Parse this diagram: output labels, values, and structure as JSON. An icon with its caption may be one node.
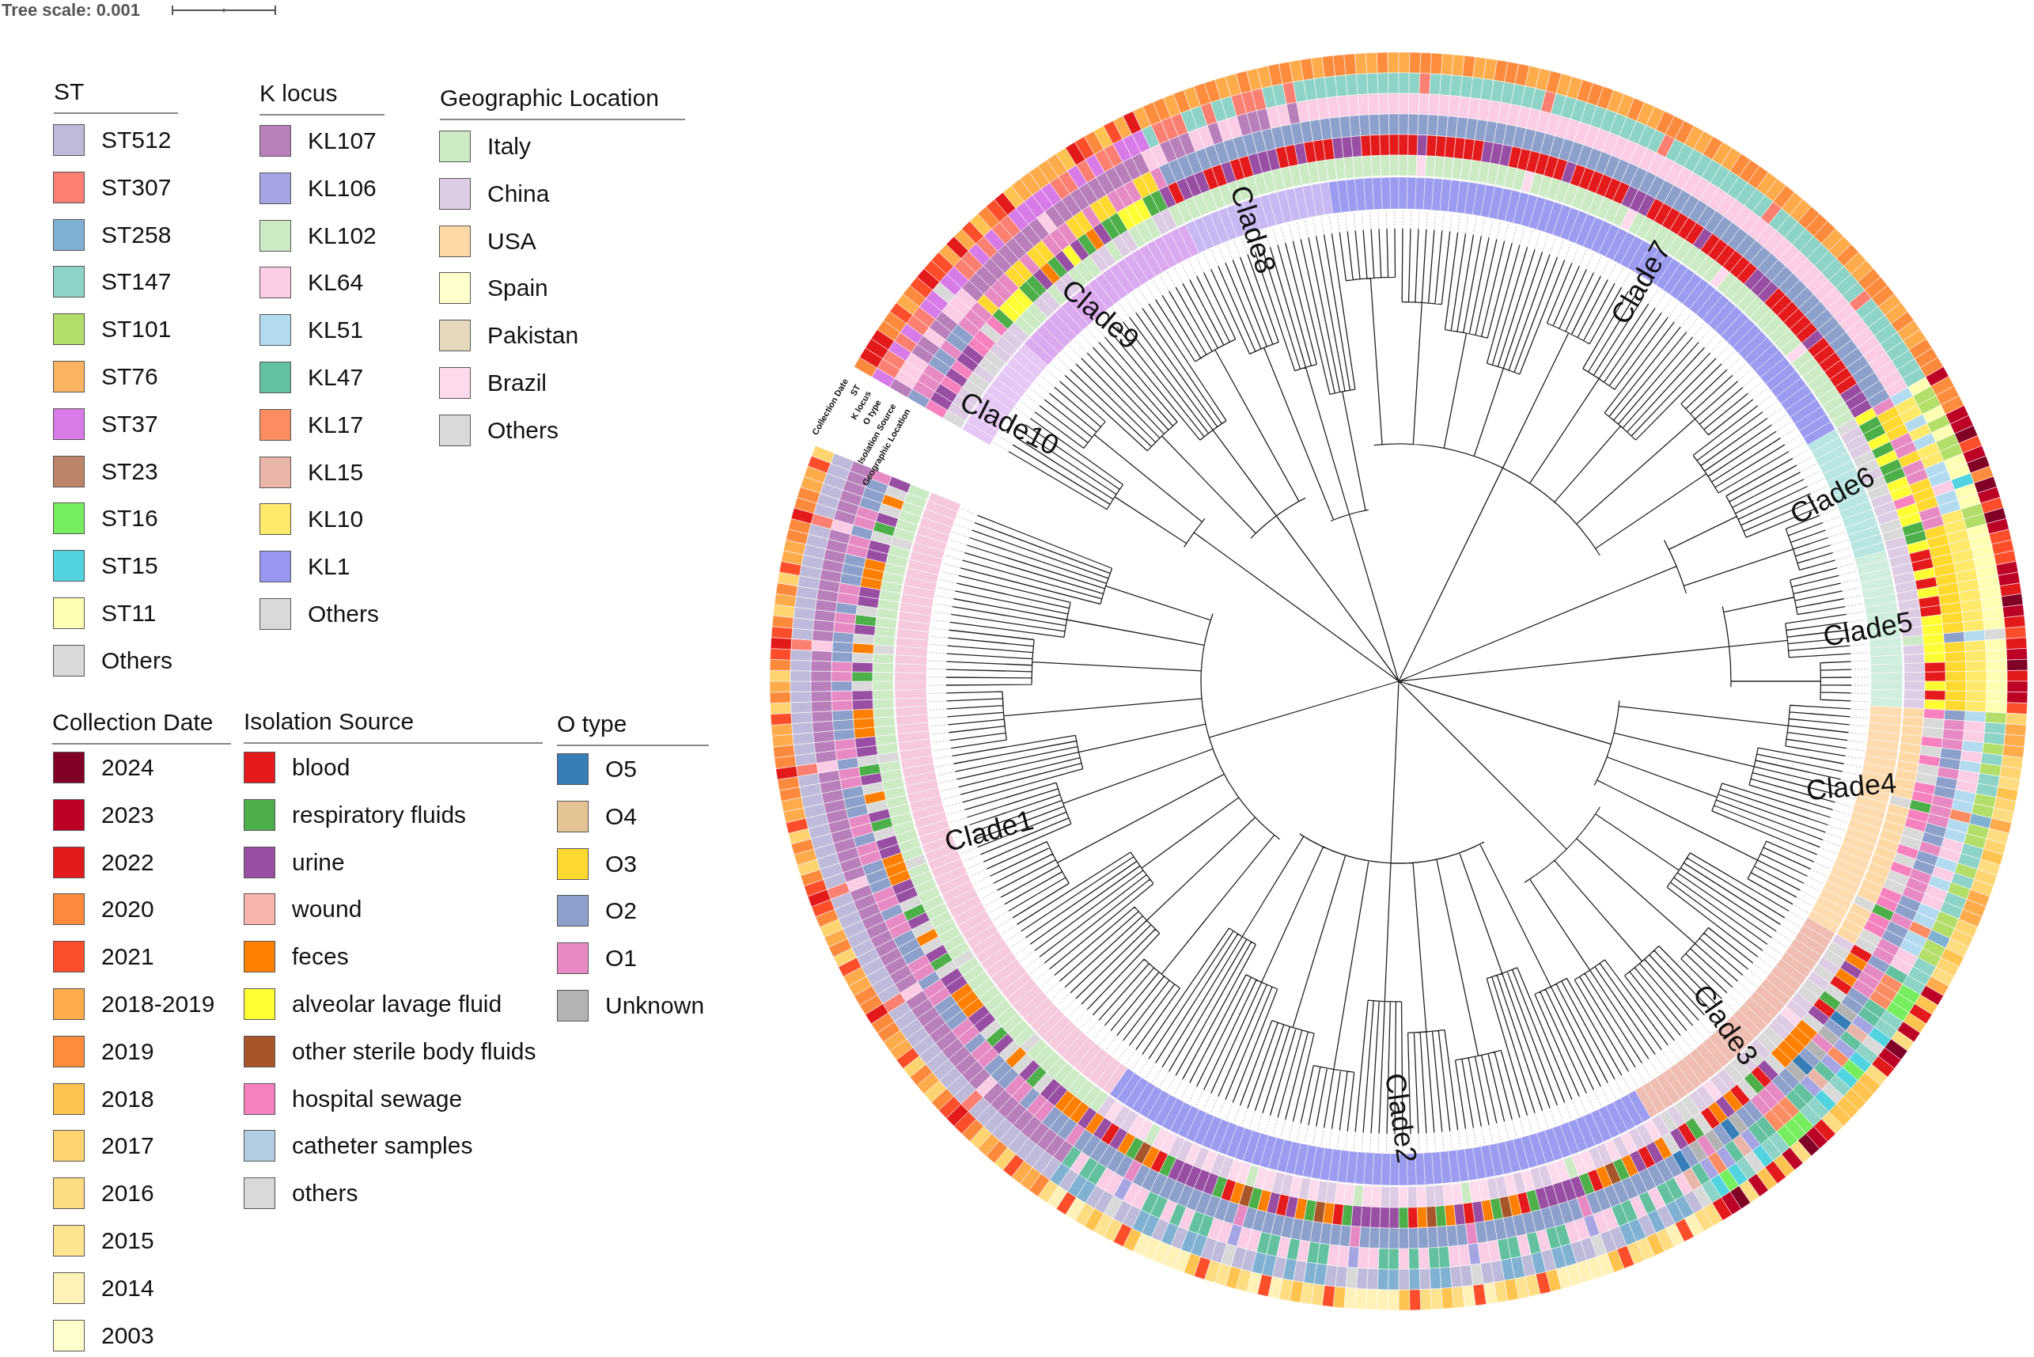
{
  "diagram": {
    "labels": [
      "Tree scale: 0.001",
      "ST",
      "K locus",
      "Geographic Location",
      "Collection Date",
      "Isolation Source",
      "O type",
      "Collection Date",
      "ST",
      "K locus",
      "O type",
      "Isolation Source",
      "Geographic Location",
      "Clade1",
      "Clade2",
      "Clade3",
      "Clade4",
      "Clade5",
      "Clade6",
      "Clade7",
      "Clade8",
      "Clade9",
      "Clade10"
    ],
    "legend": [
      {
        "text": "ST512",
        "color": "#bebada"
      },
      {
        "text": "ST307",
        "color": "#fb8072"
      },
      {
        "text": "ST258",
        "color": "#80b1d3"
      },
      {
        "text": "ST147",
        "color": "#8dd3c7"
      },
      {
        "text": "ST101",
        "color": "#b3de69"
      },
      {
        "text": "ST76",
        "color": "#fdb462"
      },
      {
        "text": "ST37",
        "color": "#d87be8"
      },
      {
        "text": "ST23",
        "color": "#bc8467"
      },
      {
        "text": "ST16",
        "color": "#77ee5f"
      },
      {
        "text": "ST15",
        "color": "#52d4e0"
      },
      {
        "text": "ST11",
        "color": "#ffffb3"
      },
      {
        "text": "Others",
        "color": "#d9d9d9"
      },
      {
        "text": "KL107",
        "color": "#b97fbb"
      },
      {
        "text": "KL106",
        "color": "#a5a5e3"
      },
      {
        "text": "KL102",
        "color": "#ccebc5"
      },
      {
        "text": "KL64",
        "color": "#fccde5"
      },
      {
        "text": "KL51",
        "color": "#b3dbf0"
      },
      {
        "text": "KL47",
        "color": "#63c1a0"
      },
      {
        "text": "KL17",
        "color": "#fc8d62"
      },
      {
        "text": "KL15",
        "color": "#e9b5a8"
      },
      {
        "text": "KL10",
        "color": "#ffe96b"
      },
      {
        "text": "KL1",
        "color": "#9797f2"
      },
      {
        "text": "Others",
        "color": "#d9d9d9"
      },
      {
        "text": "Italy",
        "color": "#ccebc5"
      },
      {
        "text": "China",
        "color": "#decbe4"
      },
      {
        "text": "USA",
        "color": "#fed9a6"
      },
      {
        "text": "Spain",
        "color": "#ffffcc"
      },
      {
        "text": "Pakistan",
        "color": "#e5d8bd"
      },
      {
        "text": "Brazil",
        "color": "#fddaec"
      },
      {
        "text": "Others",
        "color": "#d9d9d9"
      },
      {
        "text": "2024",
        "color": "#800026"
      },
      {
        "text": "2023",
        "color": "#bd0026"
      },
      {
        "text": "2022",
        "color": "#e31a1c"
      },
      {
        "text": "2020",
        "color": "#fc8a3d"
      },
      {
        "text": "2021",
        "color": "#fc4e2a"
      },
      {
        "text": "2018-2019",
        "color": "#feab4c"
      },
      {
        "text": "2019",
        "color": "#fd8d3c"
      },
      {
        "text": "2018",
        "color": "#fec44f"
      },
      {
        "text": "2017",
        "color": "#fed470"
      },
      {
        "text": "2016",
        "color": "#fedc82"
      },
      {
        "text": "2015",
        "color": "#fee391"
      },
      {
        "text": "2014",
        "color": "#fff2b8"
      },
      {
        "text": "2003",
        "color": "#ffffcc"
      },
      {
        "text": "blood",
        "color": "#e41a1c"
      },
      {
        "text": "respiratory fluids",
        "color": "#4daf4a"
      },
      {
        "text": "urine",
        "color": "#984ea3"
      },
      {
        "text": "wound",
        "color": "#f9b4ae"
      },
      {
        "text": "feces",
        "color": "#ff7f00"
      },
      {
        "text": "alveolar lavage fluid",
        "color": "#ffff33"
      },
      {
        "text": "other sterile body fluids",
        "color": "#a65628"
      },
      {
        "text": "hospital sewage",
        "color": "#f781bf"
      },
      {
        "text": "catheter samples",
        "color": "#b3cde3"
      },
      {
        "text": "others",
        "color": "#d9d9d9"
      },
      {
        "text": "O5",
        "color": "#377eb8"
      },
      {
        "text": "O4",
        "color": "#e5c494"
      },
      {
        "text": "O3",
        "color": "#ffd92f"
      },
      {
        "text": "O2",
        "color": "#8da0cb"
      },
      {
        "text": "O1",
        "color": "#e78ac3"
      },
      {
        "text": "Unknown",
        "color": "#b3b3b3"
      }
    ]
  }
}
